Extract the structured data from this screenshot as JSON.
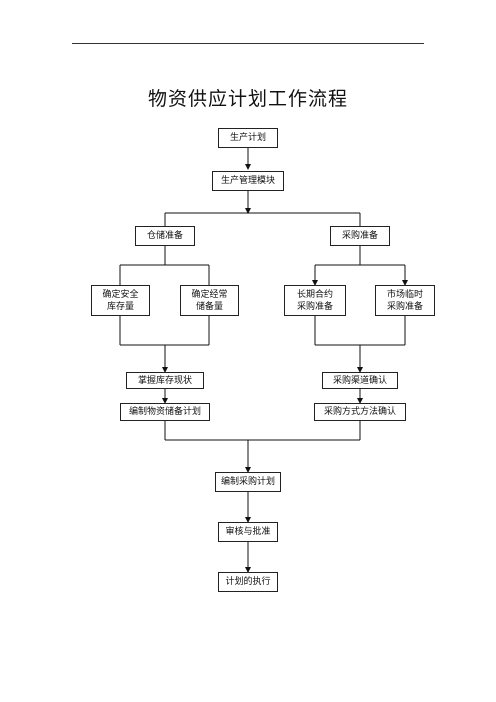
{
  "page": {
    "title": "物资供应计划工作流程"
  },
  "nodes": {
    "production_plan": "生产计划",
    "production_module": "生产管理模块",
    "warehouse_prep": "仓储准备",
    "purchase_prep": "采购准备",
    "safety_stock": [
      "确定安全",
      "库存量"
    ],
    "reserve_stock": [
      "确定经常",
      "储备量"
    ],
    "long_term_contract": [
      "长期合约",
      "采购准备"
    ],
    "market_temporary": [
      "市场临时",
      "采购准备"
    ],
    "inventory_status": "掌握库存现状",
    "channel_confirm": "采购渠道确认",
    "reserve_plan": "编制物资储备计划",
    "method_confirm": "采购方式方法确认",
    "purchase_plan": "编制采购计划",
    "review_approve": "审核与批准",
    "execute_plan": "计划的执行"
  }
}
